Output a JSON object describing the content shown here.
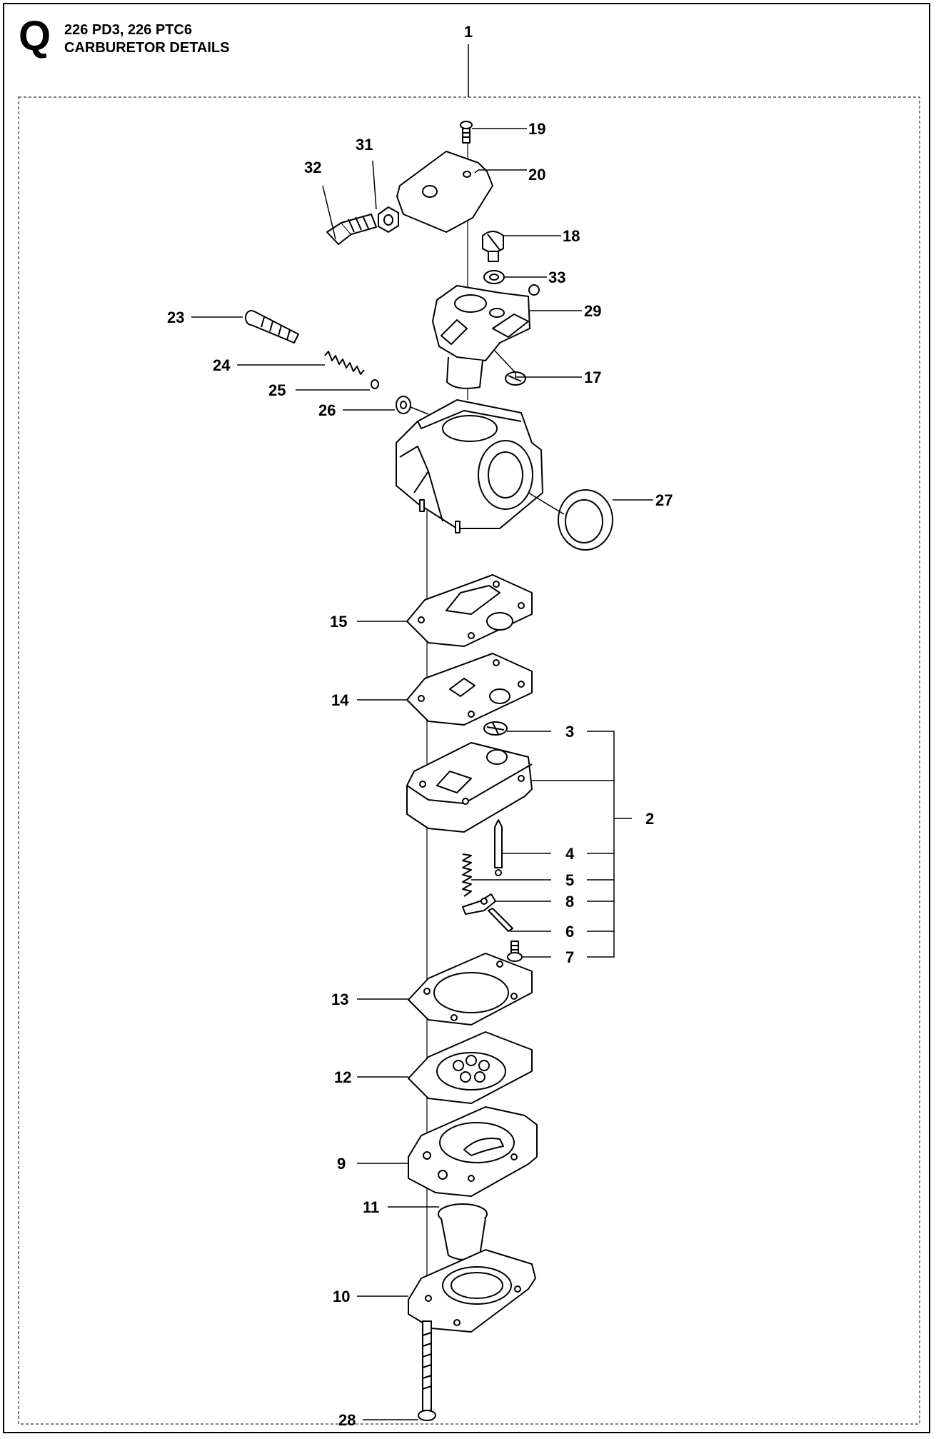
{
  "header": {
    "section_letter": "Q",
    "models": "226 PD3, 226 PTC6",
    "title": "CARBURETOR DETAILS"
  },
  "assembly_label": "1",
  "callouts": [
    {
      "id": "c32",
      "label": "32"
    },
    {
      "id": "c31",
      "label": "31"
    },
    {
      "id": "c19",
      "label": "19"
    },
    {
      "id": "c20",
      "label": "20"
    },
    {
      "id": "c18",
      "label": "18"
    },
    {
      "id": "c33",
      "label": "33"
    },
    {
      "id": "c29",
      "label": "29"
    },
    {
      "id": "c23",
      "label": "23"
    },
    {
      "id": "c24",
      "label": "24"
    },
    {
      "id": "c25",
      "label": "25"
    },
    {
      "id": "c26",
      "label": "26"
    },
    {
      "id": "c17",
      "label": "17"
    },
    {
      "id": "c27",
      "label": "27"
    },
    {
      "id": "c15",
      "label": "15"
    },
    {
      "id": "c14",
      "label": "14"
    },
    {
      "id": "c3",
      "label": "3"
    },
    {
      "id": "c2",
      "label": "2"
    },
    {
      "id": "c4",
      "label": "4"
    },
    {
      "id": "c5",
      "label": "5"
    },
    {
      "id": "c8",
      "label": "8"
    },
    {
      "id": "c6",
      "label": "6"
    },
    {
      "id": "c7",
      "label": "7"
    },
    {
      "id": "c13",
      "label": "13"
    },
    {
      "id": "c12",
      "label": "12"
    },
    {
      "id": "c9",
      "label": "9"
    },
    {
      "id": "c11",
      "label": "11"
    },
    {
      "id": "c10",
      "label": "10"
    },
    {
      "id": "c28",
      "label": "28"
    }
  ]
}
